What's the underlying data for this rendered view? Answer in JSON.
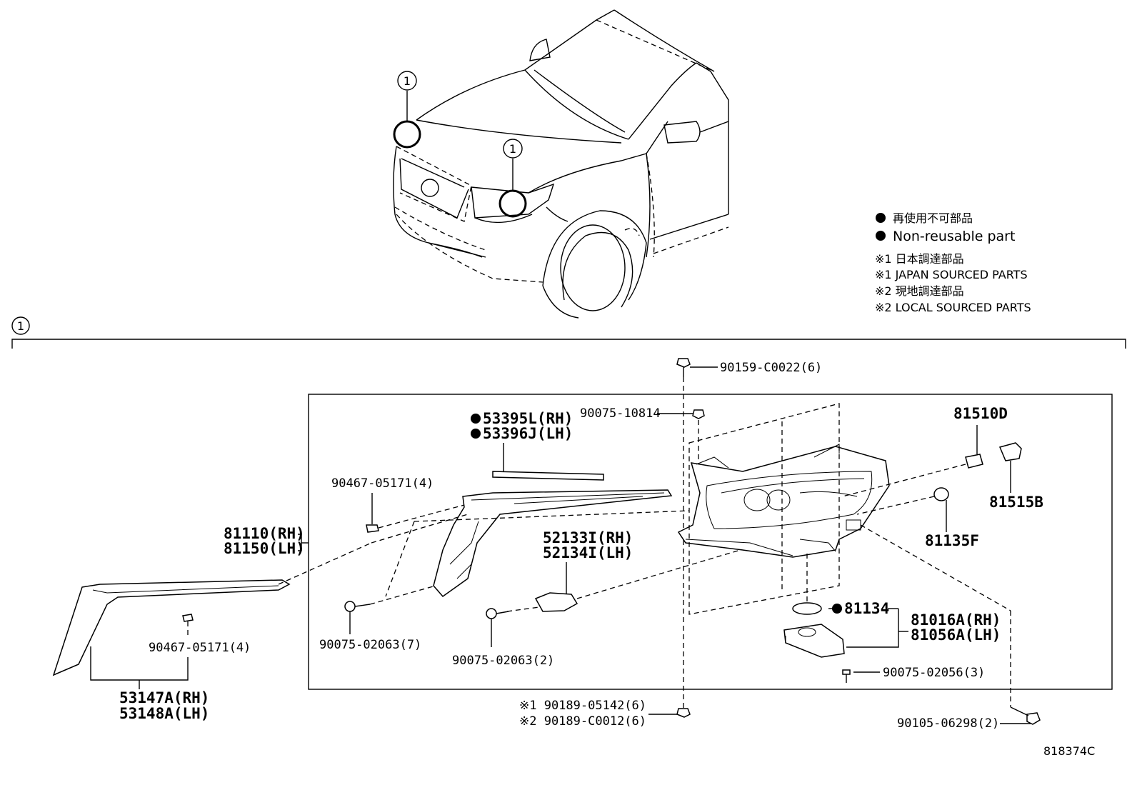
{
  "legend": {
    "non_reusable_jp": "再使用不可部品",
    "non_reusable_en": "Non-reusable part",
    "note1_jp": "※1 日本調達部品",
    "note1_en": "※1 JAPAN SOURCED PARTS",
    "note2_jp": "※2 現地調達部品",
    "note2_en": "※2 LOCAL SOURCED PARTS"
  },
  "callout": "1",
  "diagram_id": "818374C",
  "parts": {
    "p_90159": "90159-C0022(6)",
    "p_90075_10814": "90075-10814",
    "p_53395": "53395L(RH)",
    "p_53396": "53396J(LH)",
    "p_81510": "81510D",
    "p_81515": "81515B",
    "p_90467_a": "90467-05171(4)",
    "p_81110": "81110(RH)",
    "p_81150": "81150(LH)",
    "p_52133": "52133I(RH)",
    "p_52134": "52134I(LH)",
    "p_81135": "81135F",
    "p_90467_b": "90467-05171(4)",
    "p_81134": "81134",
    "p_81016": "81016A(RH)",
    "p_81056": "81056A(LH)",
    "p_90075_02063_7": "90075-02063(7)",
    "p_90075_02063_2": "90075-02063(2)",
    "p_90075_02056": "90075-02056(3)",
    "p_53147": "53147A(RH)",
    "p_53148": "53148A(LH)",
    "p_90189_05142": "※1 90189-05142(6)",
    "p_90189_C0012": "※2 90189-C0012(6)",
    "p_90105": "90105-06298(2)"
  }
}
